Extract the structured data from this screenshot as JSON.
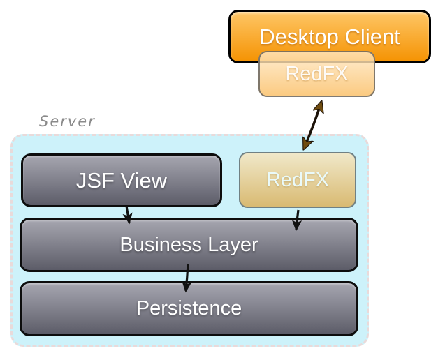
{
  "page": {
    "background": "#ffffff"
  },
  "diagram": {
    "nodes": {
      "desktop_client": {
        "label": "Desktop Client"
      },
      "client_redfx": {
        "label": "RedFX"
      },
      "server_group": {
        "label": "Server"
      },
      "jsf_view": {
        "label": "JSF View"
      },
      "server_redfx": {
        "label": "RedFX"
      },
      "business_layer": {
        "label": "Business Layer"
      },
      "persistence": {
        "label": "Persistence"
      }
    },
    "connections": [
      {
        "from": "client_redfx",
        "to": "server_redfx",
        "bidirectional": true,
        "style": "hand-drawn"
      },
      {
        "from": "jsf_view",
        "to": "business_layer",
        "bidirectional": false,
        "style": "hand-drawn"
      },
      {
        "from": "server_redfx",
        "to": "business_layer",
        "bidirectional": false,
        "style": "hand-drawn"
      },
      {
        "from": "business_layer",
        "to": "persistence",
        "bidirectional": false,
        "style": "hand-drawn"
      }
    ],
    "colors": {
      "orange_top": "#fec666",
      "orange_bottom": "#f59303",
      "redfx_client_top": "rgba(255,233,198,0.82)",
      "redfx_client_bottom": "rgba(250,191,102,0.82)",
      "redfx_client_border": "rgba(95,95,95,0.8)",
      "server_bg": "#cdf2fa",
      "server_border": "#e9dada",
      "server_label": "#8a8a8a",
      "gray_top": "#a6a6b0",
      "gray_bottom": "#5c5c68",
      "node_border": "#0d0d0d",
      "node_text": "#ffffff",
      "tan_top": "#f0e8c9",
      "tan_bottom": "#d9ba72",
      "tan_border": "#708083",
      "tan_text": "#eafafa",
      "arrow_line": "#1c1208",
      "arrow_head_brown": "#6f4c10",
      "arrow_head_black": "#111111"
    }
  }
}
